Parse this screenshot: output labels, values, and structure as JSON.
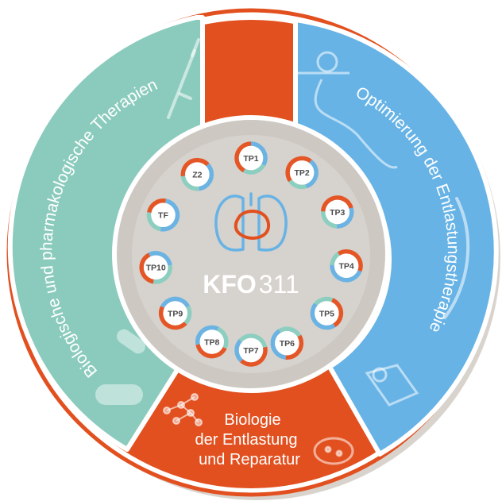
{
  "colors": {
    "orange": "#e2501f",
    "teal": "#8bcbbd",
    "blue": "#67b3e6",
    "gray_ring": "#cdc8c2",
    "gray_inner": "#d6d2cd",
    "ring_blue": "#6bb3e3",
    "ring_teal": "#8ccfc0",
    "ring_orange": "#e55626"
  },
  "sections": {
    "left": {
      "label": "Biologische und pharmakologische Therapien"
    },
    "right": {
      "label": "Optimierung der Entlastungstherapie"
    },
    "bottom": {
      "line1": "Biologie",
      "line2": "der Entlastung",
      "line3": "und Reparatur"
    }
  },
  "center": {
    "brand_bold": "KFO",
    "brand_light": "311"
  },
  "nodes": [
    {
      "label": "TP1"
    },
    {
      "label": "TP2"
    },
    {
      "label": "TP3"
    },
    {
      "label": "TP4"
    },
    {
      "label": "TP5"
    },
    {
      "label": "TP6"
    },
    {
      "label": "TP7"
    },
    {
      "label": "TP8"
    },
    {
      "label": "TP9"
    },
    {
      "label": "TP10"
    },
    {
      "label": "TF"
    },
    {
      "label": "Z2"
    }
  ],
  "icons": {
    "syringe": "syringe-icon",
    "capsule": "capsule-icon",
    "pump": "pump-device-icon",
    "cannula": "cannula-icon",
    "heart_device": "heart-device-icon",
    "molecule": "molecule-icon",
    "petri_dish": "petri-dish-icon",
    "lungs_heart": "lungs-heart-icon"
  }
}
